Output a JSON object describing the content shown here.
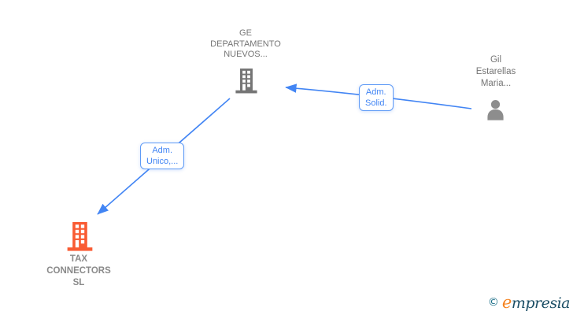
{
  "diagram": {
    "type": "corporate-relationship-graph",
    "background": "#ffffff"
  },
  "nodes": {
    "ge": {
      "label": "GE\nDEPARTAMENTO\nNUEVOS...",
      "icon": "building-icon",
      "icon_color": "#757575"
    },
    "gil": {
      "label": "Gil\nEstarellas\nMaria...",
      "icon": "person-icon",
      "icon_color": "#8d8d8d"
    },
    "tax": {
      "label": "TAX\nCONNECTORS\nSL",
      "icon": "building-icon",
      "icon_color": "#f95b33"
    }
  },
  "edges": [
    {
      "label": "Adm.\nSolid.",
      "from": "gil",
      "to": "ge"
    },
    {
      "label": "Adm.\nUnico,...",
      "from": "ge",
      "to": "tax"
    }
  ],
  "logo": {
    "copyright": "©",
    "brand_first": "e",
    "brand_rest": "mpresia"
  },
  "colors": {
    "edge_blue": "#4285f4",
    "edge_label_border": "#5f9bf6",
    "edge_label_text": "#4285f4",
    "node_text_gray": "#757575",
    "building_gray": "#757575",
    "person_gray": "#8d8d8d",
    "building_orange": "#f95b33",
    "logo_copyright_teal": "#166b85",
    "logo_brand_teal": "#1c4f66",
    "logo_brand_orange": "#f5821f"
  }
}
